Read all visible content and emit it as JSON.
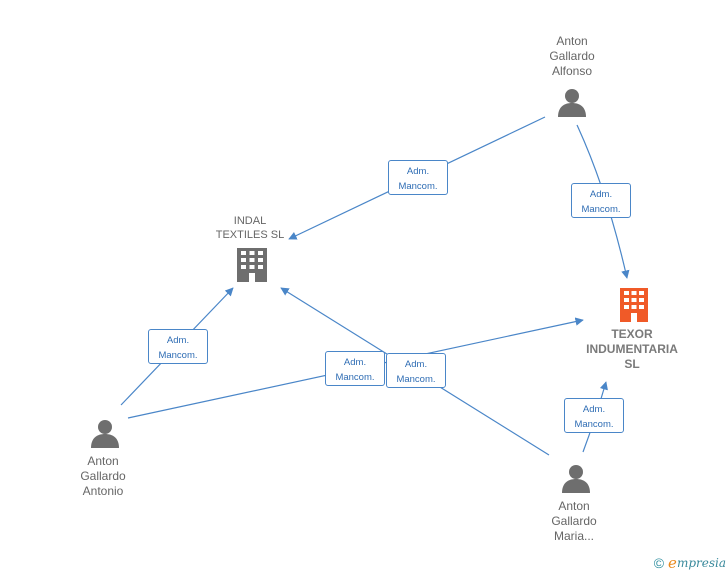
{
  "nodes": {
    "anton_alfonso": {
      "label": "Anton\nGallardo\nAlfonso",
      "type": "person"
    },
    "anton_antonio": {
      "label": "Anton\nGallardo\nAntonio",
      "type": "person"
    },
    "anton_maria": {
      "label": "Anton\nGallardo\nMaria...",
      "type": "person"
    },
    "indal": {
      "label": "INDAL\nTEXTILES  SL",
      "type": "company"
    },
    "texor": {
      "label": "TEXOR\nINDUMENTARIA\nSL",
      "type": "company-highlight"
    }
  },
  "edges": [
    {
      "from": "anton_alfonso",
      "to": "indal",
      "line1": "Adm.",
      "line2": "Mancom."
    },
    {
      "from": "anton_alfonso",
      "to": "texor",
      "line1": "Adm.",
      "line2": "Mancom."
    },
    {
      "from": "anton_antonio",
      "to": "indal",
      "line1": "Adm.",
      "line2": "Mancom."
    },
    {
      "from": "anton_antonio",
      "to": "texor",
      "line1": "Adm.",
      "line2": "Mancom."
    },
    {
      "from": "anton_maria",
      "to": "indal",
      "line1": "Adm.",
      "line2": "Mancom."
    },
    {
      "from": "anton_maria",
      "to": "texor",
      "line1": "Adm.",
      "line2": "Mancom."
    }
  ],
  "colors": {
    "edge": "#4a86c8",
    "person_icon": "#6e6e6e",
    "company_icon": "#6e6e6e",
    "company_highlight_icon": "#f05a28"
  },
  "footer": {
    "copyright_symbol": "©",
    "brand_initial": "e",
    "brand_rest": "mpresia"
  }
}
